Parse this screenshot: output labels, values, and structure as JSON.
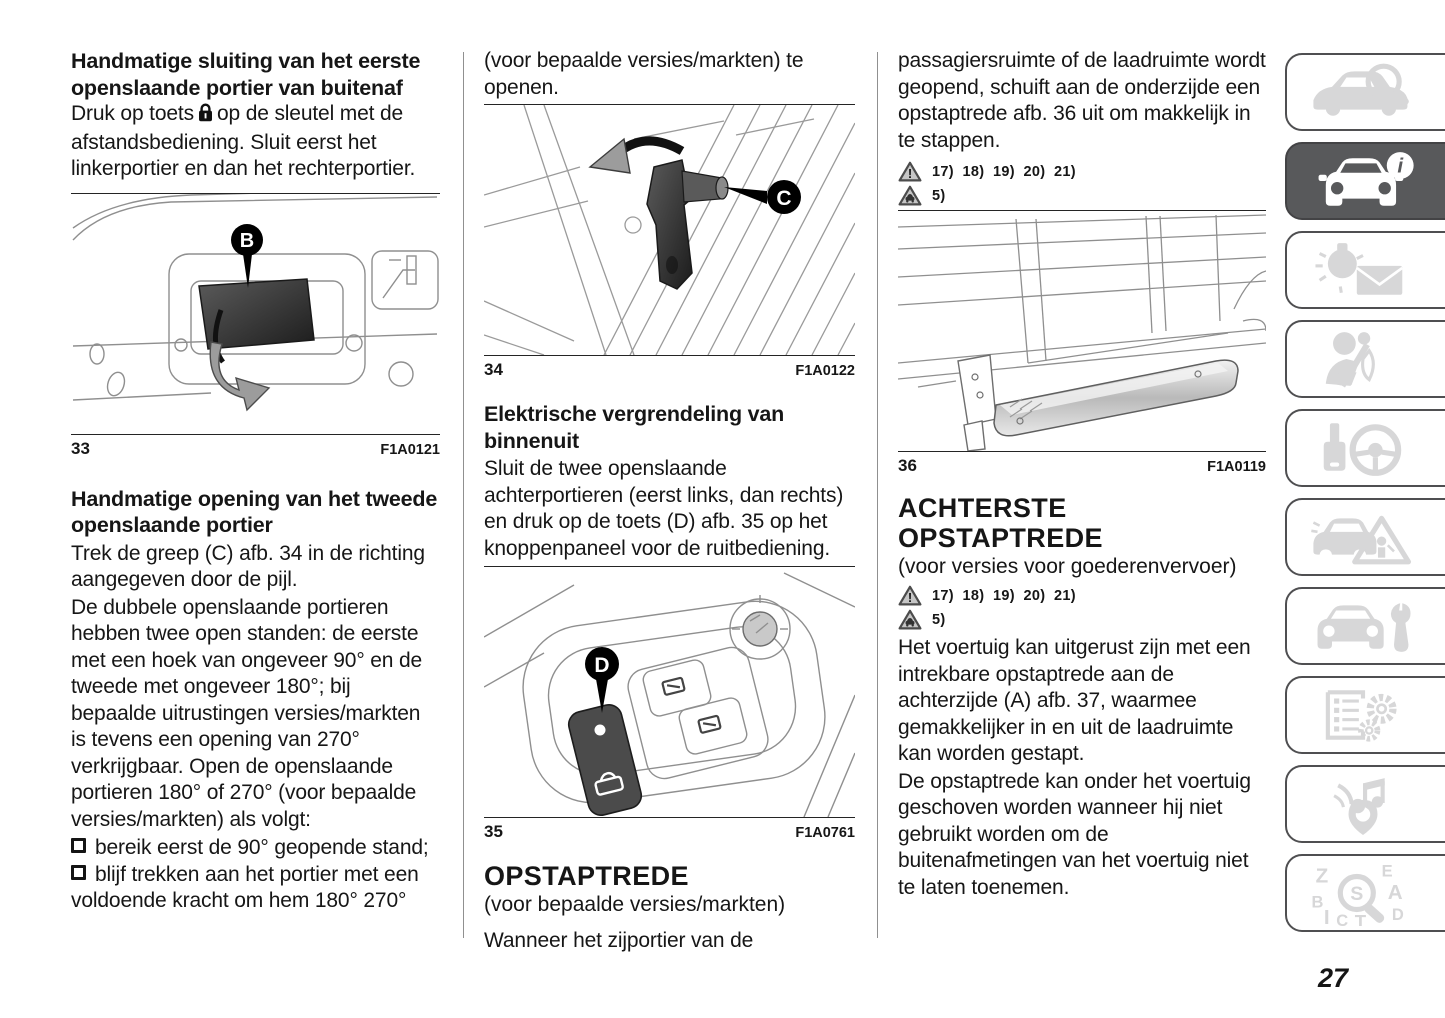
{
  "page_number": "27",
  "col1": {
    "s1_heading": "Handmatige sluiting van het eerste openslaande portier van buitenaf",
    "s1_before_lock": "Druk op toets",
    "s1_after_lock": "op de sleutel met de afstandsbediening. Sluit eerst het linkerportier en dan het rechterportier.",
    "fig33": {
      "number": "33",
      "code": "F1A0121",
      "label": "B"
    },
    "s2_heading": "Handmatige opening van het tweede openslaande portier",
    "s2_p1": "Trek de greep (C) afb. 34 in de richting aangegeven door de pijl.",
    "s2_p2": "De dubbele openslaande portieren hebben twee open standen: de eerste met een hoek van ongeveer 90° en de tweede met ongeveer 180°; bij bepaalde uitrustingen versies/markten is tevens een opening van 270° verkrijgbaar. Open de openslaande portieren 180° of 270° (voor bepaalde versies/markten) als volgt:",
    "bullet1": "bereik eerst de 90° geopende stand;",
    "bullet2": "blijf trekken aan het portier met een voldoende kracht om hem 180° 270°"
  },
  "col2": {
    "intro": "(voor bepaalde versies/markten) te openen.",
    "fig34": {
      "number": "34",
      "code": "F1A0122",
      "label": "C"
    },
    "s1_heading": "Elektrische vergrendeling van binnenuit",
    "s1_body": "Sluit de twee openslaande achterportieren (eerst links, dan rechts) en druk op de toets (D) afb. 35 op het knoppenpaneel voor de ruitbediening.",
    "fig35": {
      "number": "35",
      "code": "F1A0761",
      "label": "D"
    },
    "chapter_heading": "OPSTAPTREDE",
    "chapter_note": "(voor bepaalde versies/markten)",
    "body": "Wanneer het zijportier van de"
  },
  "col3": {
    "p1": "passagiersruimte of de laadruimte wordt geopend, schuift aan de onderzijde een opstaptrede afb. 36 uit om makkelijk in te stappen.",
    "warning_refs": "17)  18)  19)  20)  21)",
    "caution_ref": "5)",
    "fig36": {
      "number": "36",
      "code": "F1A0119"
    },
    "chapter_heading": "ACHTERSTE OPSTAPTREDE",
    "chapter_note": "(voor versies voor goederenvervoer)",
    "warning_refs2": "17)  18)  19)  20)  21)",
    "caution_ref2": "5)",
    "p2": "Het voertuig kan uitgerust zijn met een intrekbare opstaptrede aan de achterzijde (A) afb. 37, waarmee gemakkelijker in en uit de laadruimte kan worden gestapt.",
    "p3": "De opstaptrede kan onder het voertuig geschoven worden wanneer hij niet gebruikt worden om de buitenafmetingen van het voertuig niet te laten toenemen."
  },
  "icons": {
    "warning": "warning-triangle-icon",
    "caution": "caution-triangle-icon",
    "lock": "lock-icon"
  },
  "colors": {
    "sidebar_active_bg": "#58595b",
    "sidebar_border": "#4f4f51",
    "sidebar_icon_gray": "#d7d7d8",
    "text": "#161616"
  },
  "sidebar": {
    "items": [
      {
        "name": "tab-vehicle-knowledge",
        "icon": "car-magnifier-icon",
        "active": false
      },
      {
        "name": "tab-vehicle-info",
        "icon": "car-info-icon",
        "active": true
      },
      {
        "name": "tab-warning-lights-messages",
        "icon": "light-envelope-icon",
        "active": false
      },
      {
        "name": "tab-safety",
        "icon": "seatbelt-person-icon",
        "active": false
      },
      {
        "name": "tab-starting-driving",
        "icon": "key-steering-icon",
        "active": false
      },
      {
        "name": "tab-emergency",
        "icon": "car-warning-triangle-icon",
        "active": false
      },
      {
        "name": "tab-maintenance-care",
        "icon": "car-wrench-icon",
        "active": false
      },
      {
        "name": "tab-technical-data",
        "icon": "list-gears-icon",
        "active": false
      },
      {
        "name": "tab-multimedia",
        "icon": "multimedia-icon",
        "active": false
      },
      {
        "name": "tab-index",
        "icon": "alphabet-search-icon",
        "active": false
      }
    ]
  }
}
